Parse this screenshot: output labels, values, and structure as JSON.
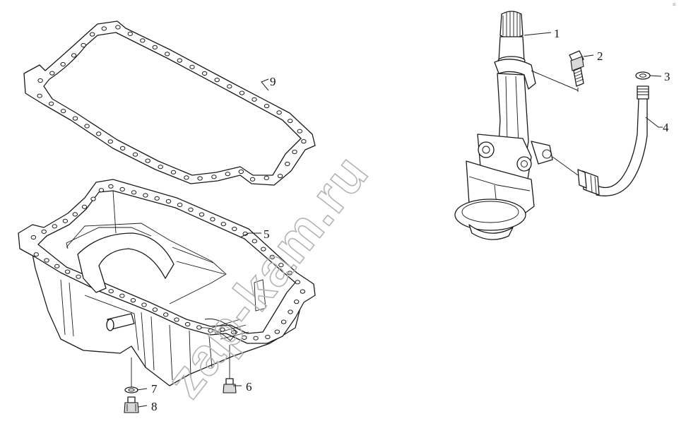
{
  "watermark": "zap-kam.ru",
  "corner_mark": "¤",
  "callouts": [
    {
      "id": "1",
      "label": "1"
    },
    {
      "id": "2",
      "label": "2"
    },
    {
      "id": "3",
      "label": "3"
    },
    {
      "id": "4",
      "label": "4"
    },
    {
      "id": "5",
      "label": "5"
    },
    {
      "id": "6",
      "label": "6"
    },
    {
      "id": "7",
      "label": "7"
    },
    {
      "id": "8",
      "label": "8"
    },
    {
      "id": "9",
      "label": "9"
    }
  ]
}
